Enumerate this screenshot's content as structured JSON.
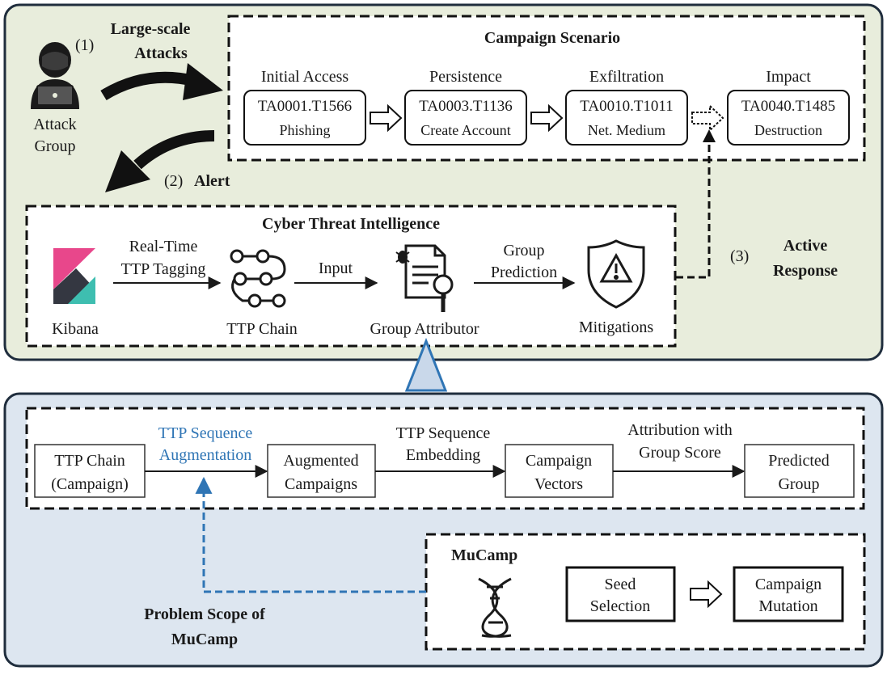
{
  "top": {
    "step1": "(1)",
    "large_scale_attacks_line1": "Large-scale",
    "large_scale_attacks_line2": "Attacks",
    "attack_group_line1": "Attack",
    "attack_group_line2": "Group",
    "step2": "(2)",
    "alert": "Alert",
    "step3": "(3)",
    "active_response_line1": "Active",
    "active_response_line2": "Response",
    "campaign_scenario": {
      "title": "Campaign Scenario",
      "stages": [
        {
          "tactic": "Initial Access",
          "code": "TA0001.T1566",
          "name": "Phishing"
        },
        {
          "tactic": "Persistence",
          "code": "TA0003.T1136",
          "name": "Create Account"
        },
        {
          "tactic": "Exfiltration",
          "code": "TA0010.T1011",
          "name": "Net. Medium"
        },
        {
          "tactic": "Impact",
          "code": "TA0040.T1485",
          "name": "Destruction"
        }
      ]
    },
    "cti": {
      "title": "Cyber Threat Intelligence",
      "kibana": "Kibana",
      "tagging_line1": "Real-Time",
      "tagging_line2": "TTP Tagging",
      "ttp_chain": "TTP Chain",
      "input": "Input",
      "group_attributor": "Group Attributor",
      "group_prediction_line1": "Group",
      "group_prediction_line2": "Prediction",
      "mitigations": "Mitigations"
    }
  },
  "bottom": {
    "pipeline": {
      "ttp_chain_line1": "TTP Chain",
      "ttp_chain_line2": "(Campaign)",
      "augmentation_line1": "TTP Sequence",
      "augmentation_line2": "Augmentation",
      "augmented_line1": "Augmented",
      "augmented_line2": "Campaigns",
      "embedding_line1": "TTP Sequence",
      "embedding_line2": "Embedding",
      "vectors_line1": "Campaign",
      "vectors_line2": "Vectors",
      "attribution_line1": "Attribution with",
      "attribution_line2": "Group Score",
      "predicted_line1": "Predicted",
      "predicted_line2": "Group"
    },
    "mucamp": {
      "title": "MuCamp",
      "seed_line1": "Seed",
      "seed_line2": "Selection",
      "mutation_line1": "Campaign",
      "mutation_line2": "Mutation"
    },
    "problem_scope_line1": "Problem Scope of",
    "problem_scope_line2": "MuCamp"
  },
  "colors": {
    "top_panel": "#e8eddc",
    "bottom_panel": "#dde6f0",
    "panel_border": "#1f2d3d",
    "accent_blue": "#2f75b5",
    "kibana_pink": "#e8478b",
    "kibana_teal": "#3ebeb0",
    "kibana_dark": "#343741"
  }
}
